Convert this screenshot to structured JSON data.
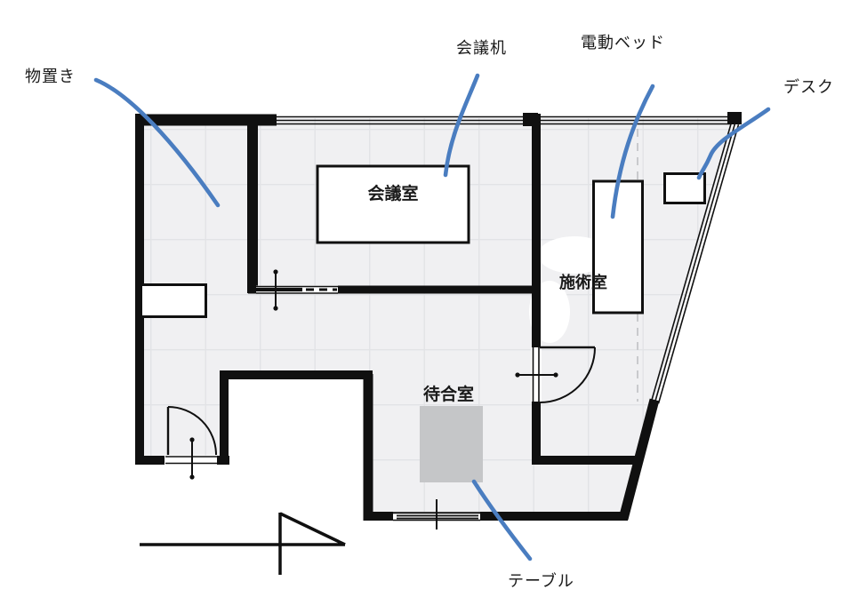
{
  "title": "floor-plan",
  "room_labels": {
    "meeting_room": "会議室",
    "treatment_room": "施術室",
    "waiting_room": "待合室"
  },
  "annotations": [
    {
      "id": "storage",
      "label": "物置き"
    },
    {
      "id": "meeting-desk",
      "label": "会議机"
    },
    {
      "id": "electric-bed",
      "label": "電動ベッド"
    },
    {
      "id": "desk",
      "label": "デスク"
    },
    {
      "id": "table",
      "label": "テーブル"
    }
  ],
  "symbols": {
    "doors": [
      "storage-entry-door",
      "treatment-room-door"
    ],
    "sliding_doors": [
      "meeting-room-sliding-door",
      "waiting-room-sliding-door"
    ],
    "windows": [
      "top-window-left",
      "top-window-right",
      "slanted-window"
    ],
    "entrance_mark": "entrance-flag"
  },
  "colors": {
    "annotation_blue": "#4a7dc0",
    "wall_black": "#101010",
    "floor_gray": "#f0f0f2",
    "grid_gray": "#e2e3e6",
    "table_gray": "#c5c6c8",
    "dash_gray": "#c9cacd"
  }
}
